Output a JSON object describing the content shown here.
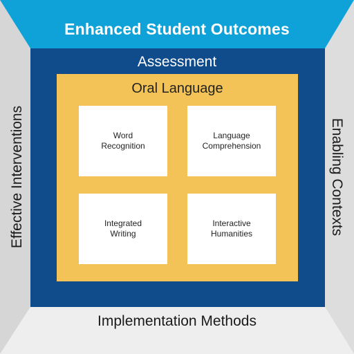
{
  "frame": {
    "top_label": "Enhanced Student Outcomes",
    "bottom_label": "Implementation Methods",
    "left_label": "Effective Interventions",
    "right_label": "Enabling Contexts"
  },
  "middle_band": {
    "label": "Assessment"
  },
  "inner_box": {
    "label": "Oral Language"
  },
  "cards": [
    {
      "label": "Word\nRecognition"
    },
    {
      "label": "Language\nComprehension"
    },
    {
      "label": "Integrated\nWriting"
    },
    {
      "label": "Interactive\nHumanities"
    }
  ],
  "colors": {
    "top_band": "#0ea2d8",
    "side_panels": "#d9d9d9",
    "assessment_band": "#104b8c",
    "oral_language_box": "#f3c357",
    "cards": "#ffffff"
  }
}
